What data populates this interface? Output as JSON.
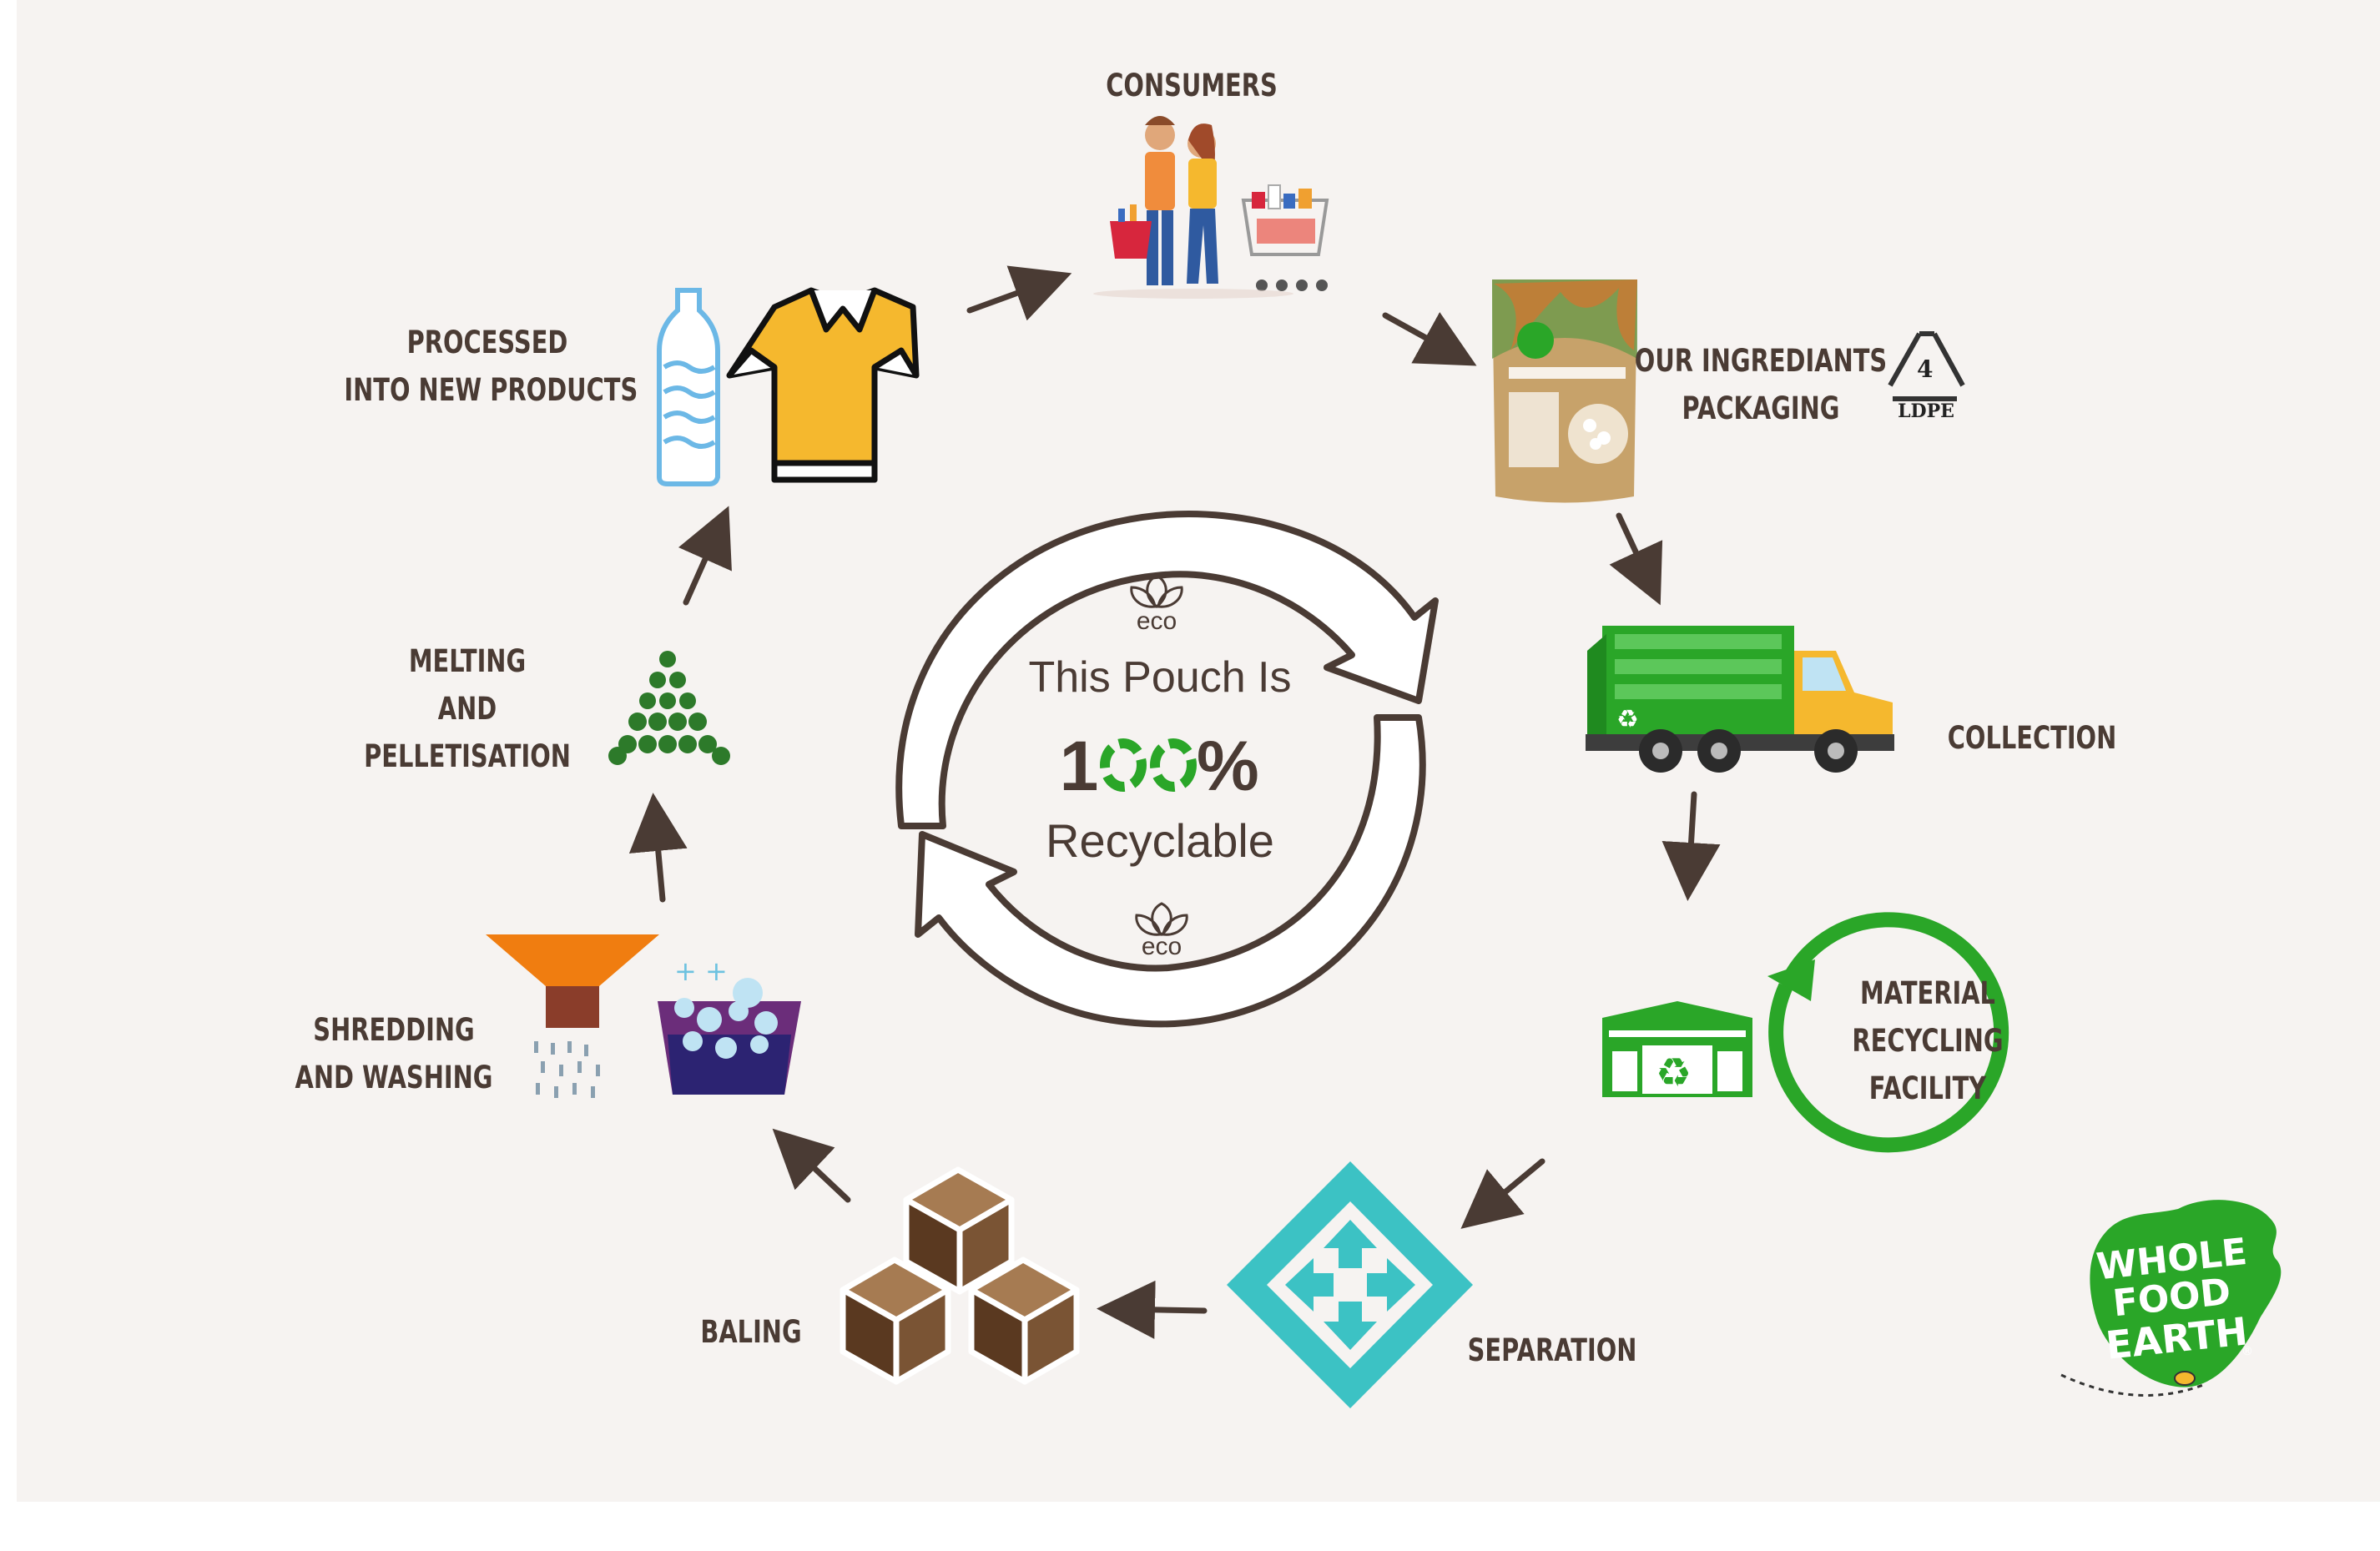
{
  "center": {
    "eco_top": "eco",
    "line1": "This Pouch Is",
    "percent_one": "1",
    "percent_sign": "%",
    "line3": "Recyclable",
    "eco_bottom": "eco"
  },
  "steps": {
    "consumers": "CONSUMERS",
    "packaging": [
      "OUR INGREDIANTS",
      "PACKAGING"
    ],
    "collection": "COLLECTION",
    "mrf": [
      "MATERIAL",
      "RECYCLING",
      "FACILITY"
    ],
    "separation": "SEPARATION",
    "baling": "BALING",
    "shredding": [
      "SHREDDING",
      "AND WASHING"
    ],
    "melting": [
      "MELTING",
      "AND",
      "PELLETISATION"
    ],
    "processed": [
      "PROCESSED",
      "INTO NEW PRODUCTS"
    ]
  },
  "ldpe": {
    "number": "4",
    "label": "LDPE"
  },
  "logo": {
    "line1": "WHOLE",
    "line2": "FOOD",
    "line3": "EARTH",
    "mark": "®"
  },
  "colors": {
    "text": "#4a3b34",
    "arrow": "#4a3b34",
    "green": "#2aa628",
    "teal": "#3cc2c4",
    "brown": "#7a5434",
    "orange": "#f07d10",
    "background": "#f6f3f1"
  }
}
